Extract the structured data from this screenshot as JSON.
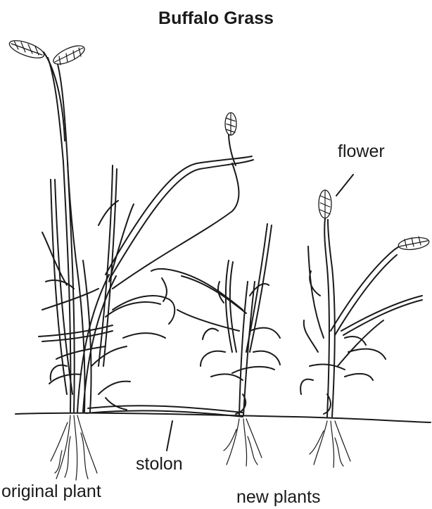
{
  "diagram": {
    "title": "Buffalo Grass",
    "labels": {
      "flower": "flower",
      "stolon": "stolon",
      "original_plant": "original plant",
      "new_plants": "new plants"
    }
  }
}
